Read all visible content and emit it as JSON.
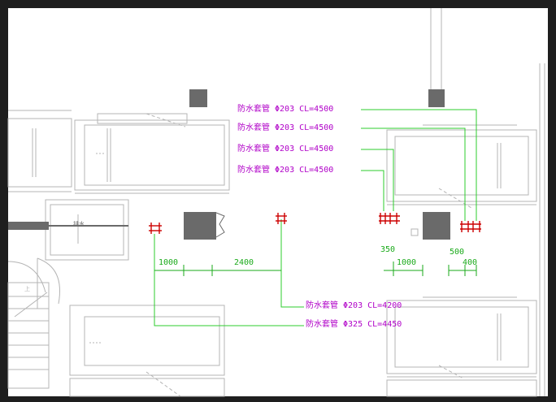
{
  "colors": {
    "frame": "#1e1e1e",
    "background": "#ffffff",
    "linework": "#b4b4b4",
    "dark_block": "#6a6a6a",
    "callout_text": "#b000c8",
    "leader": "#2ecc2e",
    "dimension": "#1aaa1a",
    "sleeve": "#cc0000"
  },
  "callouts": [
    {
      "id": "upper-1",
      "text": "防水套管 Φ203 CL=4500"
    },
    {
      "id": "upper-2",
      "text": "防水套管 Φ203 CL=4500"
    },
    {
      "id": "upper-3",
      "text": "防水套管 Φ203 CL=4500"
    },
    {
      "id": "upper-4",
      "text": "防水套管 Φ203 CL=4500"
    },
    {
      "id": "lower-1",
      "text": "防水套管 Φ203 CL=4200"
    },
    {
      "id": "lower-2",
      "text": "防水套管 Φ325 CL=4450"
    }
  ],
  "dimensions": [
    {
      "id": "d-1000-left",
      "text": "1000"
    },
    {
      "id": "d-2400",
      "text": "2400"
    },
    {
      "id": "d-350",
      "text": "350"
    },
    {
      "id": "d-1000-right",
      "text": "1000"
    },
    {
      "id": "d-500",
      "text": "500"
    },
    {
      "id": "d-400",
      "text": "400"
    }
  ],
  "marks": {
    "stair_label": "上",
    "equipment_label": "排水"
  }
}
